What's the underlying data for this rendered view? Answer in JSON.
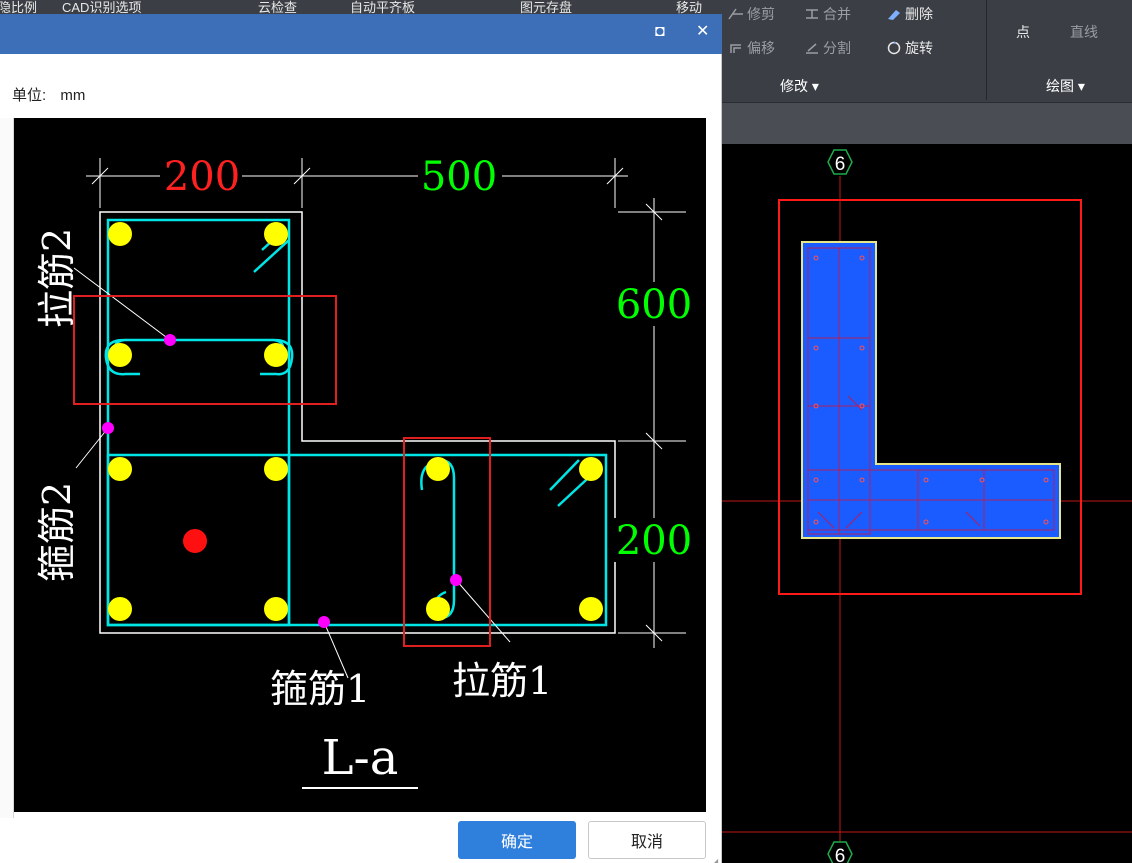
{
  "ribbon_top": {
    "items": [
      "隐比例",
      "CAD识别选项",
      "云检查",
      "自动平齐板",
      "图元存盘",
      "移动"
    ]
  },
  "ribbon_right": {
    "trim": "修剪",
    "merge": "合并",
    "delete": "删除",
    "offset": "偏移",
    "split": "分割",
    "rotate": "旋转",
    "point": "点",
    "line": "直线",
    "group_modify": "修改 ▾",
    "group_draw": "绘图 ▾"
  },
  "dialog": {
    "close_glyph": "✕",
    "maximize_glyph": "◘",
    "unit_label": "单位:",
    "unit_value": "mm",
    "ok_label": "确定",
    "cancel_label": "取消"
  },
  "drawing": {
    "dim_top_left": "200",
    "dim_top_right": "500",
    "dim_right_top": "600",
    "dim_right_bottom": "200",
    "label_tie2": "拉筋2",
    "label_stirrup2": "箍筋2",
    "label_stirrup1": "箍筋1",
    "label_tie1": "拉筋1",
    "section_name": "L-a"
  },
  "cad": {
    "axis_label_top": "6",
    "axis_label_bottom": "6"
  },
  "colors": {
    "dialog_title": "#3d6fb8",
    "ok_button": "#2f7fdc",
    "stirrup": "#00e5e5",
    "rebar": "#ffff00",
    "marker": "#ff00ff",
    "highlight_box": "#e02020",
    "dim_white": "#ffffff",
    "dim_red": "#ff2020",
    "dim_green": "#00ff00",
    "column_fill": "#1a5cff"
  }
}
